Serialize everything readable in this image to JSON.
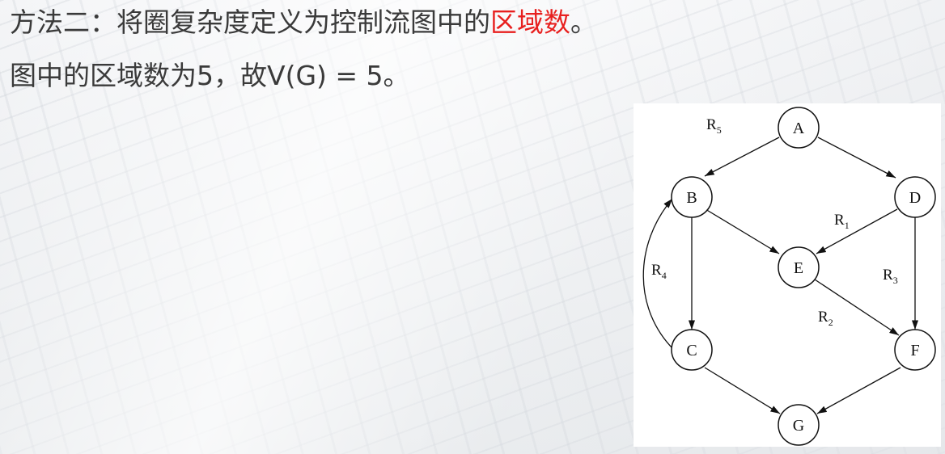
{
  "text": {
    "line1_prefix": "方法二：将圈复杂度定义为控制流图中的",
    "line1_highlight": "区域数",
    "line1_suffix": "。",
    "line2": "图中的区域数为5，故V(G) = 5。"
  },
  "colors": {
    "highlight": "#e8201f",
    "body_text": "#3a3a3a"
  },
  "graph": {
    "nodes": [
      "A",
      "B",
      "C",
      "D",
      "E",
      "F",
      "G"
    ],
    "edges": [
      [
        "A",
        "B"
      ],
      [
        "A",
        "D"
      ],
      [
        "B",
        "C"
      ],
      [
        "B",
        "E"
      ],
      [
        "D",
        "E"
      ],
      [
        "D",
        "F"
      ],
      [
        "E",
        "F"
      ],
      [
        "C",
        "G"
      ],
      [
        "F",
        "G"
      ],
      [
        "C",
        "B"
      ]
    ],
    "regions": [
      {
        "label": "R",
        "sub": "1"
      },
      {
        "label": "R",
        "sub": "2"
      },
      {
        "label": "R",
        "sub": "3"
      },
      {
        "label": "R",
        "sub": "4"
      },
      {
        "label": "R",
        "sub": "5"
      }
    ]
  }
}
